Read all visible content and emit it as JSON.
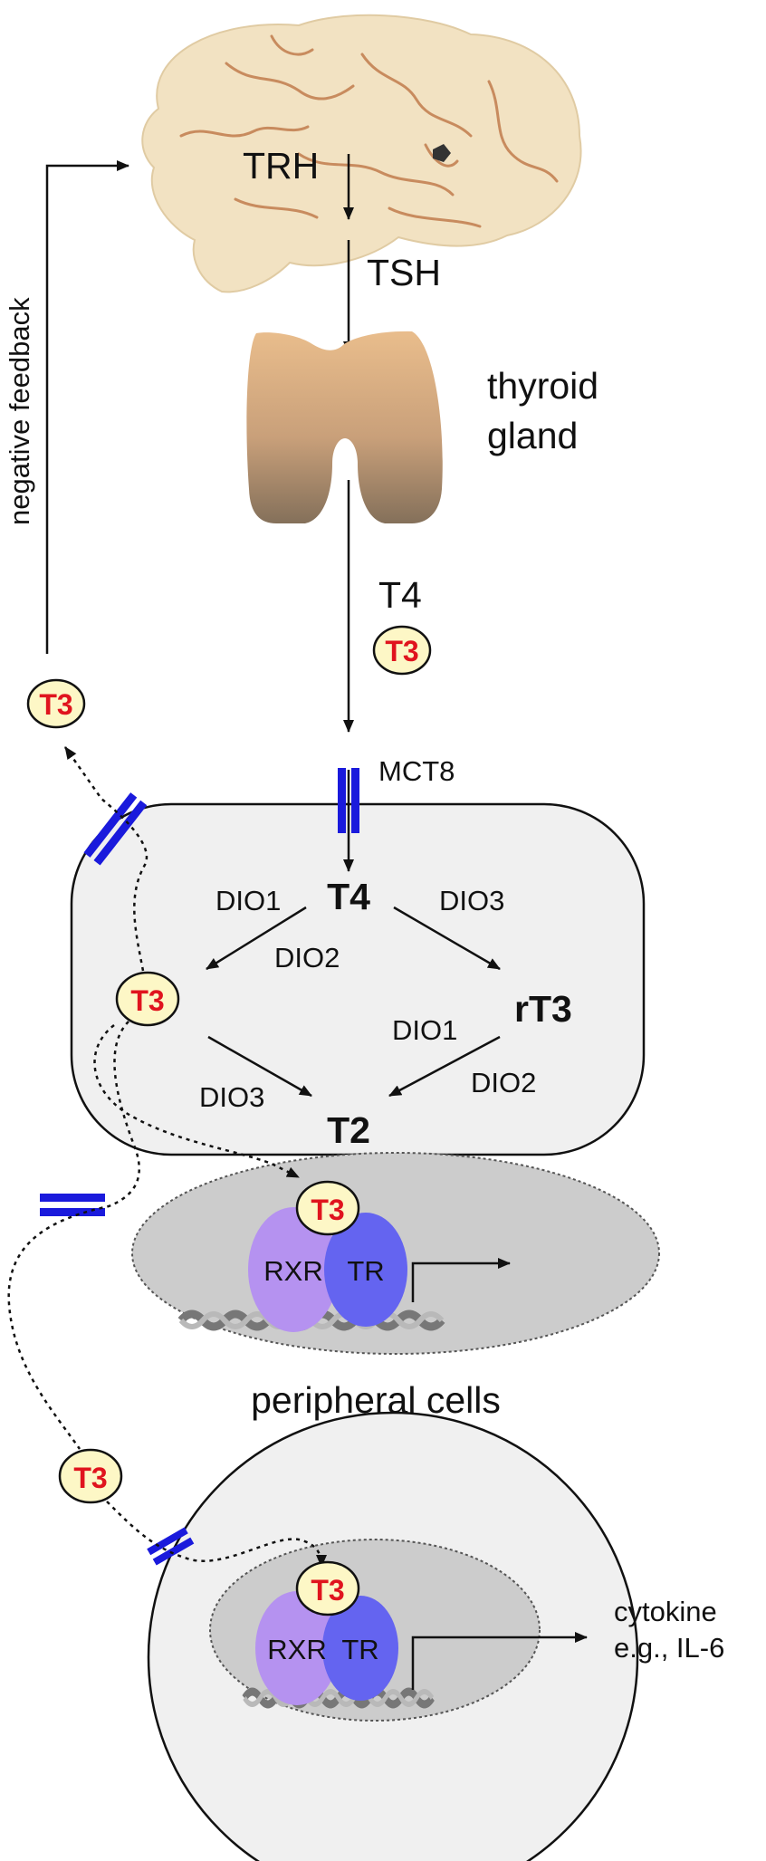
{
  "labels": {
    "trh": "TRH",
    "tsh": "TSH",
    "thyroid_line1": "thyroid",
    "thyroid_line2": "gland",
    "t4_secreted": "T4",
    "mct8": "MCT8",
    "negative_feedback": "negative feedback",
    "t4_cell": "T4",
    "rt3": "rT3",
    "t2": "T2",
    "dio1_left": "DIO1",
    "dio2_left": "DIO2",
    "dio3_right": "DIO3",
    "dio1_right": "DIO1",
    "dio2_right": "DIO2",
    "dio3_bottom": "DIO3",
    "peripheral_cells": "peripheral cells",
    "cytokine_line1": "cytokine",
    "cytokine_line2": "e.g., IL-6"
  },
  "t3_badges": [
    "T3",
    "T3",
    "T3",
    "T3",
    "T3",
    "T3"
  ],
  "receptors": {
    "upper": {
      "rxr": "RXR",
      "tr": "TR"
    },
    "lower": {
      "rxr": "RXR",
      "tr": "TR"
    }
  },
  "colors": {
    "transporter": "#1a1adc",
    "t3_fill": "#fdf7c6",
    "t3_text": "#e0141e",
    "rxr": "#b592f0",
    "tr": "#6464f0",
    "cell": "#f0f0f0",
    "nucleus": "#cccccc",
    "thyroid_top": "#e6b887",
    "thyroid_bottom": "#8a7158",
    "brain": "#f2e2c2",
    "brain_sulci": "#c88b5e"
  },
  "icons": [
    "brain-illustration",
    "thyroid-gland-icon",
    "dna-helix-icon",
    "membrane-transporter-icon"
  ]
}
